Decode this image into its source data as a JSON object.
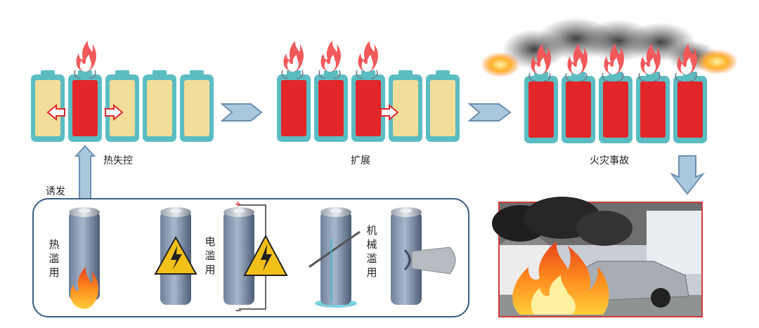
{
  "stages": {
    "thermal_runaway": "热失控",
    "expansion": "扩展",
    "fire_accident": "火灾事故"
  },
  "trigger_label": "诱发",
  "abuse": {
    "thermal": "热\n滥\n用",
    "electrical": "电\n滥\n用",
    "mechanical": "机\n械\n滥\n用"
  },
  "battery_states": {
    "stage1": [
      "normal",
      "runaway",
      "normal",
      "normal",
      "normal"
    ],
    "stage2": [
      "runaway",
      "runaway",
      "runaway",
      "normal",
      "normal"
    ],
    "stage3": [
      "runaway",
      "runaway",
      "runaway",
      "runaway",
      "runaway"
    ]
  },
  "colors": {
    "cell_frame": "#5bbdc2",
    "cell_normal": "#f3dd9a",
    "cell_runaway": "#e3262a",
    "flow_arrow": "#a9c8dd",
    "panel_border": "#3e5f86",
    "photo_border": "#d23a3a",
    "warning_yellow": "#f3c01a"
  },
  "icons": [
    "flame-icon",
    "heat-arrow-icon",
    "chevron-right-icon",
    "chevron-down-icon",
    "warning-icon",
    "nail-icon",
    "smoke-icon"
  ]
}
